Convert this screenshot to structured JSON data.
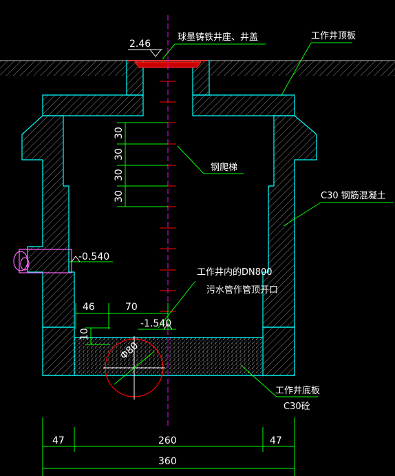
{
  "labels": {
    "top_elevation": "2.46",
    "cover": "球墨铸铁井座、井盖",
    "top_slab": "工作井顶板",
    "ladder": "钢爬梯",
    "concrete": "C30 钢筋混凝土",
    "side_elevation": "-0.540",
    "pipe_opening_line1": "工作井内的DN800",
    "pipe_opening_line2": "污水管作管顶开口",
    "bottom_elevation": "-1.540",
    "pipe_size": "Φ80",
    "bottom_slab": "工作井底板",
    "bottom_concrete": "C30砼"
  },
  "dimensions": {
    "ladder_steps": [
      "30",
      "30",
      "30",
      "30"
    ],
    "offset_46": "46",
    "offset_70": "70",
    "offset_10": "10",
    "bottom_left": "47",
    "bottom_middle": "260",
    "bottom_right": "47",
    "overall": "360"
  },
  "colors": {
    "structure": "#00ffff",
    "dimension": "#00ff00",
    "text": "#ffffff",
    "centerline": "#ff00ff",
    "rungs": "#ff0000"
  }
}
